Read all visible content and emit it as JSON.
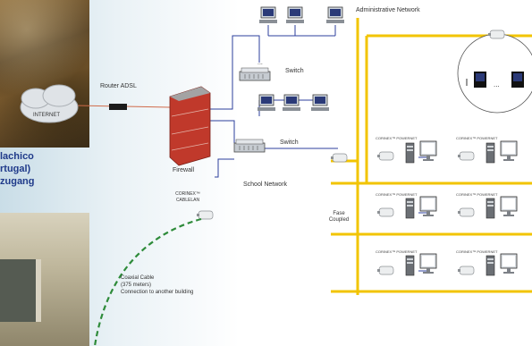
{
  "location": {
    "line1": "lachico",
    "line2": "rtugal)",
    "line3": "zugang"
  },
  "labels": {
    "administrative_network": "Administrative Network",
    "switch_top": "Switch",
    "switch_mid": "Switch",
    "router": "Router ADSL",
    "internet": "INTERNET",
    "firewall": "Firewall",
    "school_network": "School Network",
    "corinex_cablelan": "CORINEX™ CABLELAN",
    "fase_coupled": "Fase Coupled",
    "coaxial_line1": "Coaxial Cable",
    "coaxial_line2": "(375 meters)",
    "coaxial_line3": "Connection to another building",
    "ellipsis": "...",
    "device_tag": "CORINEX™ POWERNET"
  },
  "colors": {
    "power_line": "#f2c400",
    "lan_line": "#2c3f9c",
    "wan_line": "#d06b4a",
    "coax": "#2e8b3a"
  }
}
